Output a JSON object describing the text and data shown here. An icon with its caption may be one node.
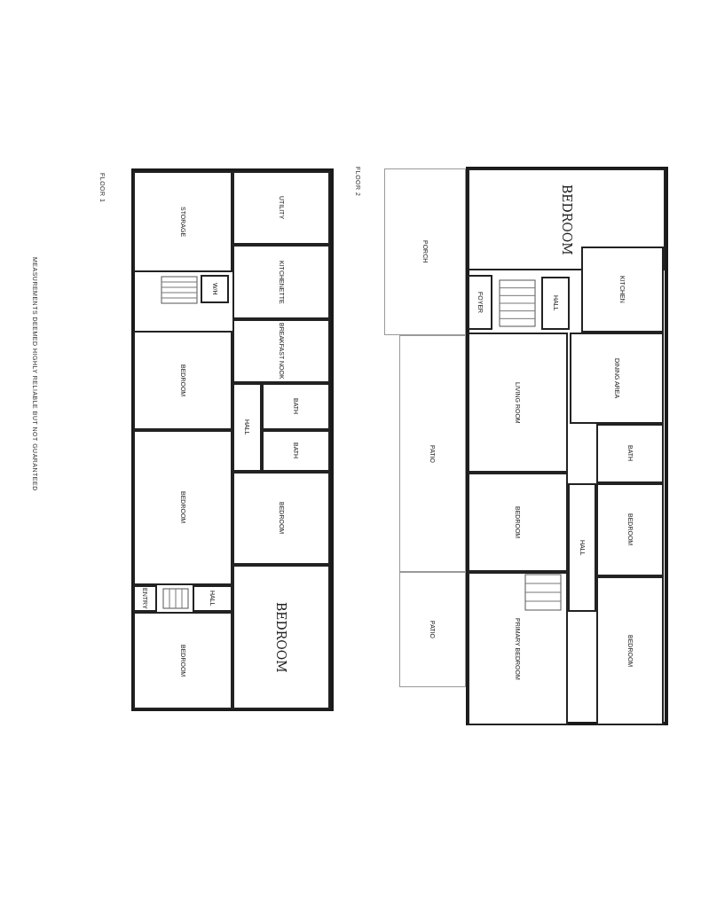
{
  "diagram": {
    "nodes": [
      {
        "text": [
          "STORAGE"
        ]
      },
      {
        "text": [
          "UTILITY"
        ]
      },
      {
        "text": [
          "W/H"
        ]
      },
      {
        "text": [
          "KITCHENETTE"
        ]
      },
      {
        "text": [
          "BREAKFAST NOOK"
        ]
      },
      {
        "text": [
          "BEDROOM"
        ]
      },
      {
        "text": [
          "HALL"
        ]
      },
      {
        "text": [
          "BATH"
        ]
      },
      {
        "text": [
          "BATH"
        ]
      },
      {
        "text": [
          "BEDROOM"
        ]
      },
      {
        "text": [
          "BEDROOM"
        ]
      },
      {
        "text": [
          "ENTRY"
        ]
      },
      {
        "text": [
          "HALL"
        ]
      },
      {
        "text": [
          "BEDROOM"
        ]
      },
      {
        "text": [
          "BEDROOM"
        ]
      },
      {
        "text": [
          "PORCH"
        ]
      },
      {
        "text": [
          "BEDROOM"
        ]
      },
      {
        "text": [
          "FOYER"
        ]
      },
      {
        "text": [
          "HALL"
        ]
      },
      {
        "text": [
          "KITCHEN"
        ]
      },
      {
        "text": [
          "LIVING ROOM"
        ]
      },
      {
        "text": [
          "DINING AREA"
        ]
      },
      {
        "text": [
          "PATIO"
        ]
      },
      {
        "text": [
          "BATH"
        ]
      },
      {
        "text": [
          "BEDROOM"
        ]
      },
      {
        "text": [
          "HALL"
        ]
      },
      {
        "text": [
          "BEDROOM"
        ]
      },
      {
        "text": [
          "PATIO"
        ]
      },
      {
        "text": [
          "PRIMARY BEDROOM"
        ]
      },
      {
        "text": [
          "BEDROOM"
        ]
      }
    ],
    "labels": [
      "FLOOR 1",
      "FLOOR 2",
      "MEASUREMENTS DEEMED HIGHLY RELIABLE BUT NOT GUARANTEED"
    ]
  }
}
